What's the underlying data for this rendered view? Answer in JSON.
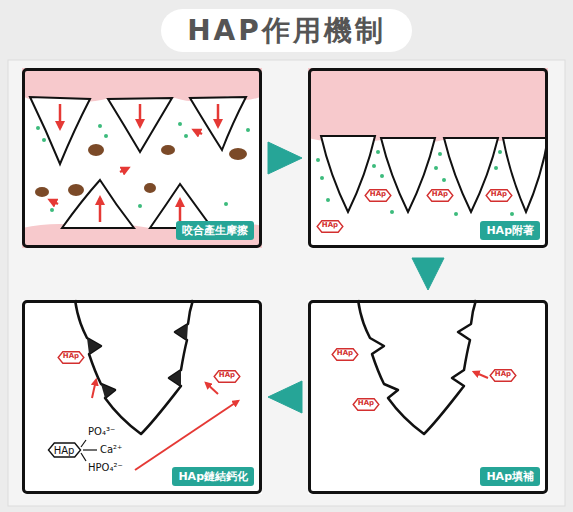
{
  "diagram": {
    "title": "HAP作用機制",
    "nodes": [
      {
        "text": [
          "咬合產生摩擦"
        ]
      },
      {
        "text": [
          "HAp附著"
        ]
      },
      {
        "text": [
          "HAp填補"
        ]
      },
      {
        "text": [
          "HAp鏈結鈣化"
        ]
      },
      {
        "text": [
          "HAp"
        ],
        "in": 1
      },
      {
        "text": [
          "HAp"
        ],
        "in": 1
      },
      {
        "text": [
          "HAp"
        ],
        "in": 1
      },
      {
        "text": [
          "HAp"
        ],
        "in": 1
      },
      {
        "text": [
          "HAp"
        ],
        "in": 2
      },
      {
        "text": [
          "HAp"
        ],
        "in": 2
      },
      {
        "text": [
          "HAp"
        ],
        "in": 2
      },
      {
        "text": [
          "HAp"
        ],
        "in": 3
      },
      {
        "text": [
          "HAp"
        ],
        "in": 3
      },
      {
        "text": [
          "HAp"
        ],
        "in": 3
      }
    ],
    "edges": [
      {
        "from": 0,
        "to": 1,
        "arrow": "to"
      },
      {
        "from": 1,
        "to": 2,
        "arrow": "to"
      },
      {
        "from": 2,
        "to": 3,
        "arrow": "to"
      }
    ],
    "labels": [
      "PO₄³⁻",
      "Ca²⁺",
      "HPO₄²⁻"
    ]
  }
}
